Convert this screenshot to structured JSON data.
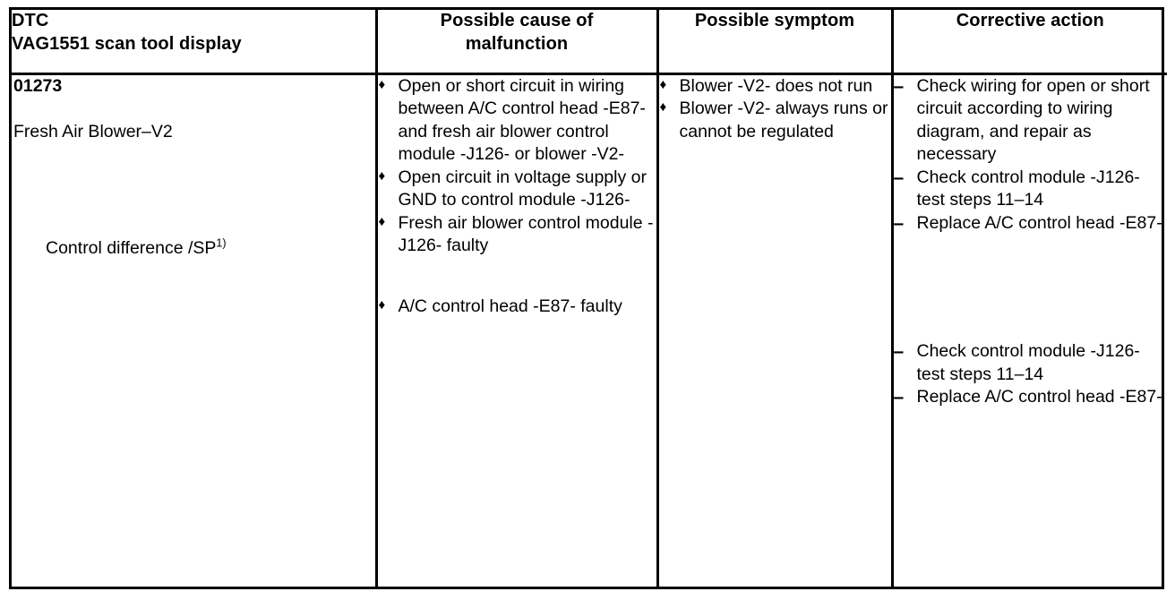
{
  "table": {
    "headers": [
      {
        "id": "dtc",
        "lines": [
          "DTC",
          "VAG1551 scan tool display"
        ],
        "align": "left"
      },
      {
        "id": "cause",
        "lines": [
          "Possible cause of",
          "malfunction"
        ],
        "align": "center"
      },
      {
        "id": "symptom",
        "lines": [
          "Possible symptom"
        ],
        "align": "center"
      },
      {
        "id": "action",
        "lines": [
          "Corrective action"
        ],
        "align": "center"
      }
    ],
    "row": {
      "dtc": {
        "code": "01273",
        "name": "Fresh Air Blower–V2",
        "detail": "Control difference /SP",
        "detail_superscript": "1)"
      },
      "causes": {
        "marker": "♦",
        "group_top": [
          "Open or short circuit in wiring between A/C control head -E87- and fresh air blower control module -J126- or blower -V2-",
          "Open circuit in voltage supply or GND to control module -J126-",
          "Fresh air blower control module -J126- faulty"
        ],
        "group_bottom": [
          "A/C control head -E87- faulty"
        ]
      },
      "symptoms": {
        "marker": "♦",
        "items": [
          "Blower -V2- does not run",
          "Blower -V2- always runs or cannot be regulated"
        ]
      },
      "actions": {
        "marker": "–",
        "group_top": [
          {
            "text": "Check wiring for open or short circuit according to wiring diagram, and repair as necessary",
            "sub": ""
          },
          {
            "text": "Check control module -J126-",
            "sub": "test steps 11–14"
          },
          {
            "text": "Replace A/C control head -E87-",
            "sub": ""
          }
        ],
        "group_bottom": [
          {
            "text": "Check control module -J126-",
            "sub": "test steps 11–14"
          },
          {
            "text": "Replace A/C control head -E87-",
            "sub": ""
          }
        ]
      }
    }
  }
}
